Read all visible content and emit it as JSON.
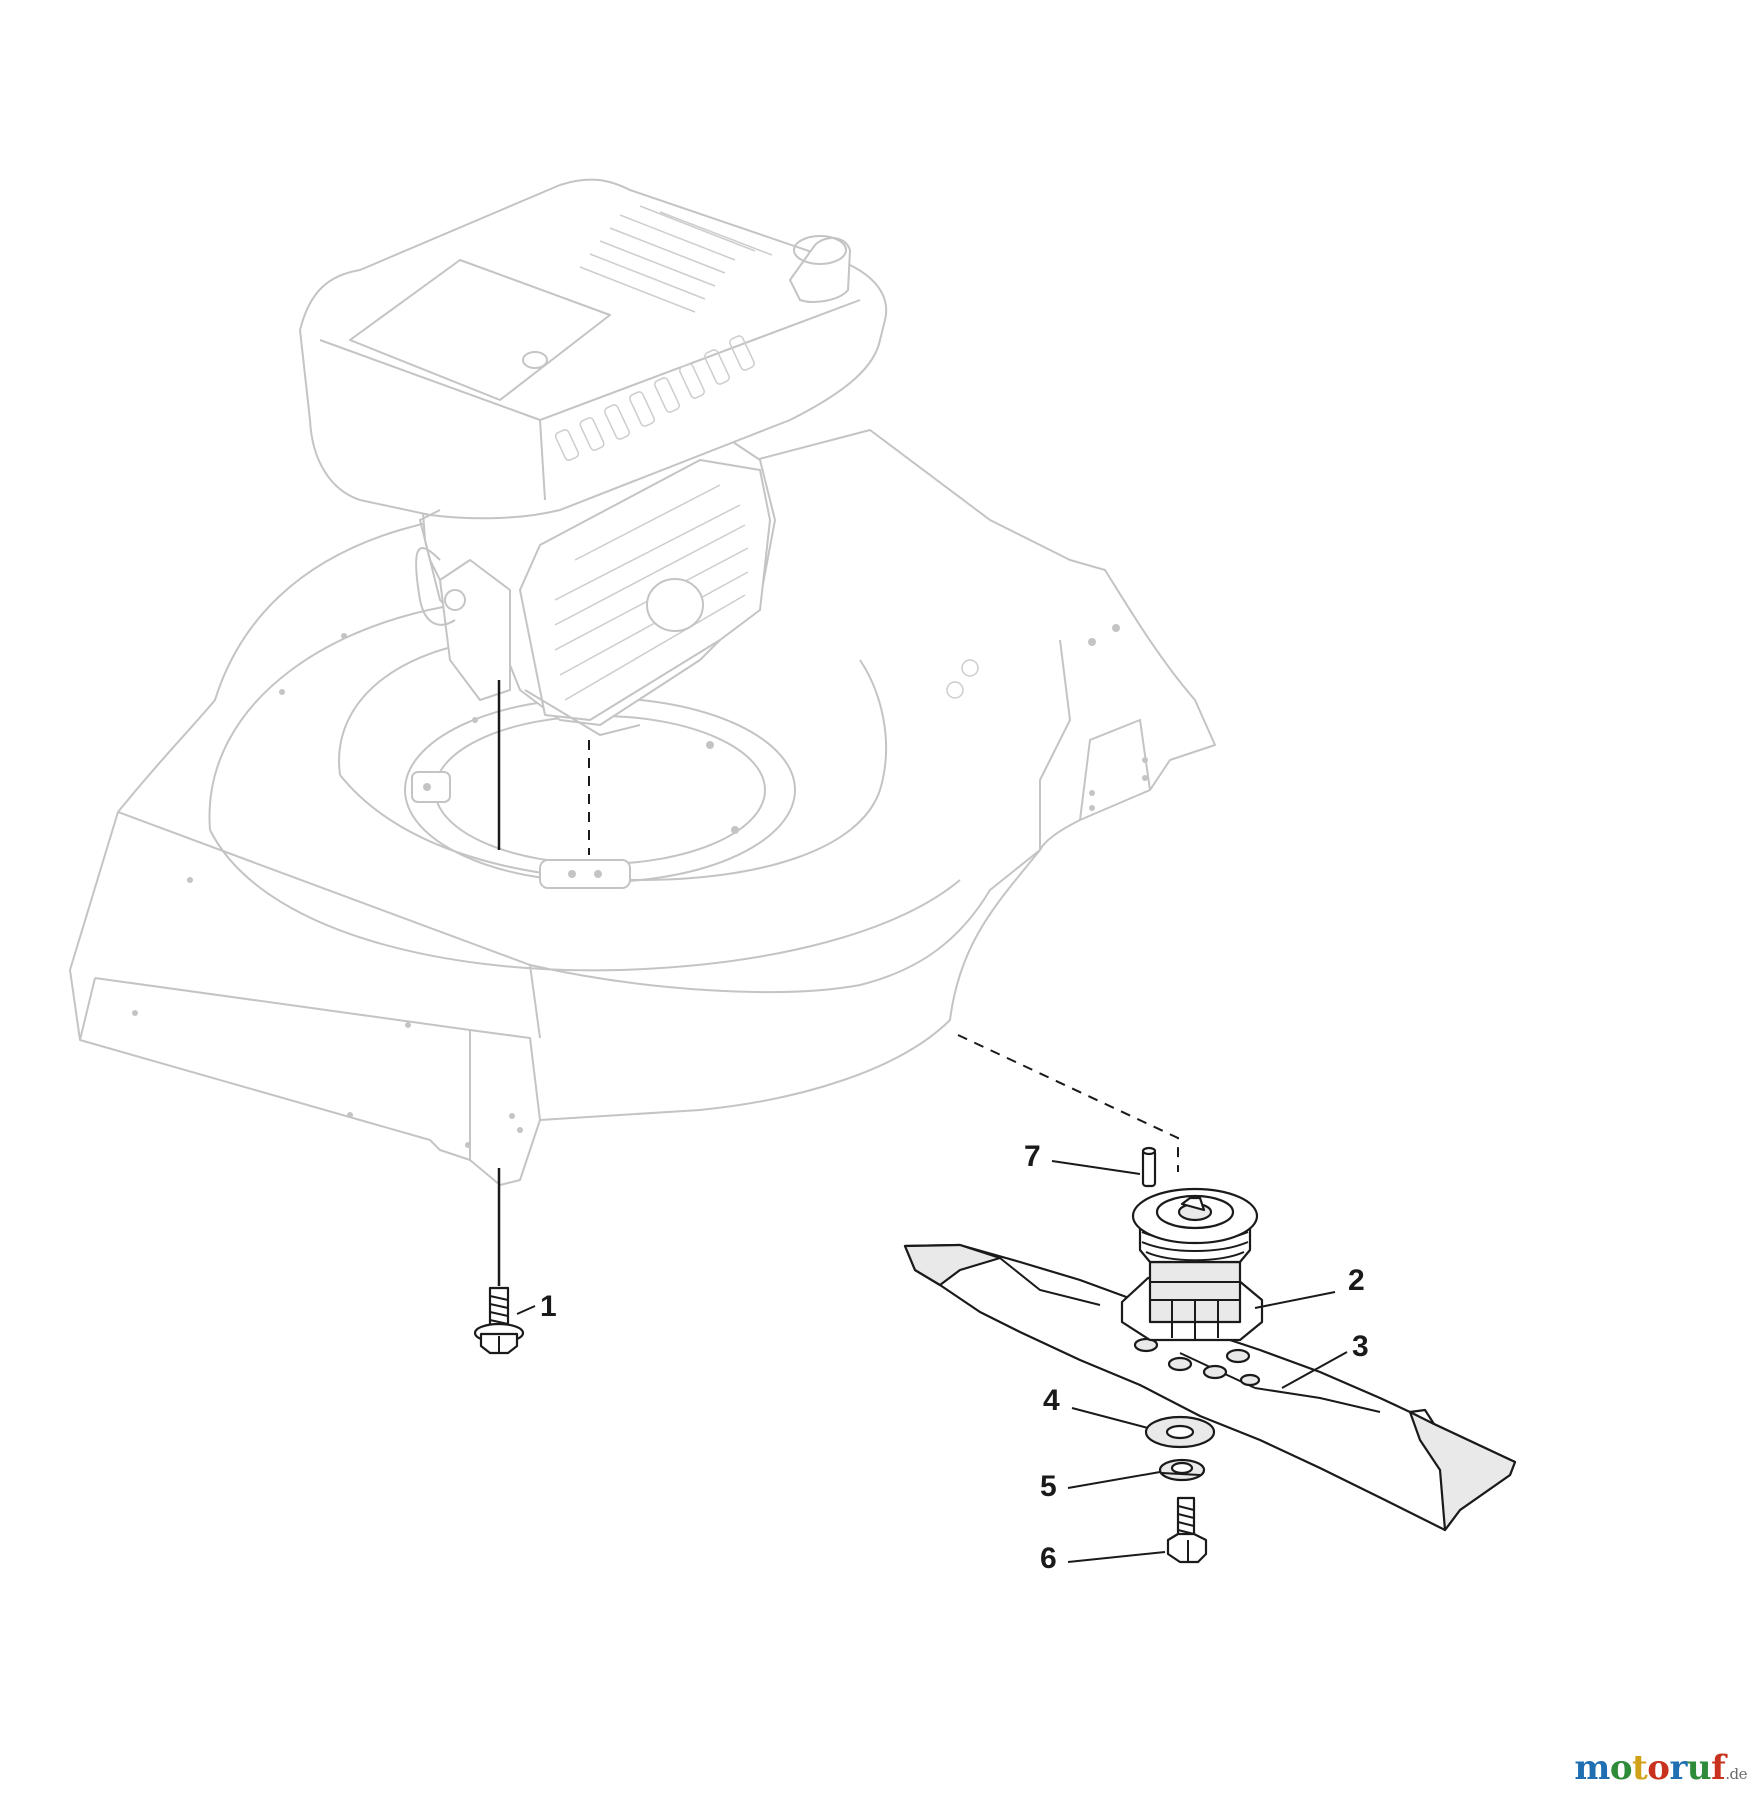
{
  "callouts": [
    {
      "label": "1"
    },
    {
      "label": "2"
    },
    {
      "label": "3"
    },
    {
      "label": "4"
    },
    {
      "label": "5"
    },
    {
      "label": "6"
    },
    {
      "label": "7"
    }
  ],
  "watermark": {
    "text": "motoruf",
    "tld": ".de",
    "letter_colors": [
      "#1f6fb2",
      "#2e8b3a",
      "#d2a11a",
      "#c8321f",
      "#1f6fb2",
      "#2e8b3a",
      "#c8321f"
    ]
  }
}
